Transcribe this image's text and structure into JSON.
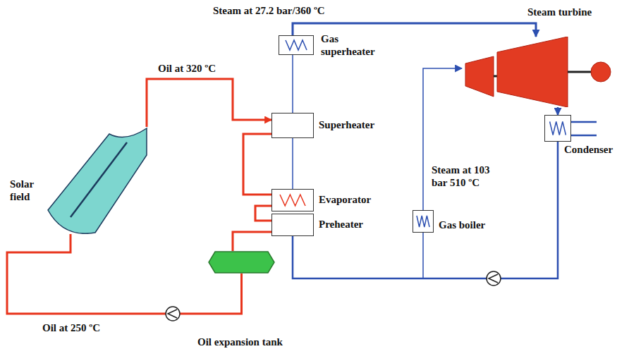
{
  "diagram": {
    "nodes": [
      {
        "text": [
          "Gas superheater"
        ]
      },
      {
        "text": [
          "Superheater"
        ]
      },
      {
        "text": [
          "Evaporator"
        ]
      },
      {
        "text": [
          "Preheater"
        ]
      },
      {
        "text": [
          "Solar field"
        ]
      },
      {
        "text": [
          "Oil expansion tank"
        ]
      },
      {
        "text": [
          "Steam turbine"
        ]
      },
      {
        "text": [
          "Gas boiler"
        ]
      },
      {
        "text": [
          "Condenser"
        ]
      }
    ],
    "edges": [
      {
        "from": 4,
        "to": 1,
        "arrow": "to",
        "label": "Oil at 320 ºC"
      },
      {
        "from": 1,
        "to": 2,
        "arrow": "none"
      },
      {
        "from": 2,
        "to": 3,
        "arrow": "none"
      },
      {
        "from": 3,
        "to": 5,
        "arrow": "none"
      },
      {
        "from": 5,
        "to": 4,
        "arrow": "none",
        "label": "Oil at 250 ºC"
      },
      {
        "from": 2,
        "to": 1,
        "arrow": "none"
      },
      {
        "from": 1,
        "to": 0,
        "arrow": "none"
      },
      {
        "from": 0,
        "to": 6,
        "arrow": "to",
        "label": "Steam at 27.2 bar/360 ºC"
      },
      {
        "from": 8,
        "to": 3,
        "arrow": "none"
      },
      {
        "from": 8,
        "to": 7,
        "arrow": "none"
      },
      {
        "from": 7,
        "to": 6,
        "arrow": "to",
        "label": "Steam at 103 bar 510 ºC"
      },
      {
        "from": 6,
        "to": 8,
        "arrow": "to"
      }
    ]
  }
}
